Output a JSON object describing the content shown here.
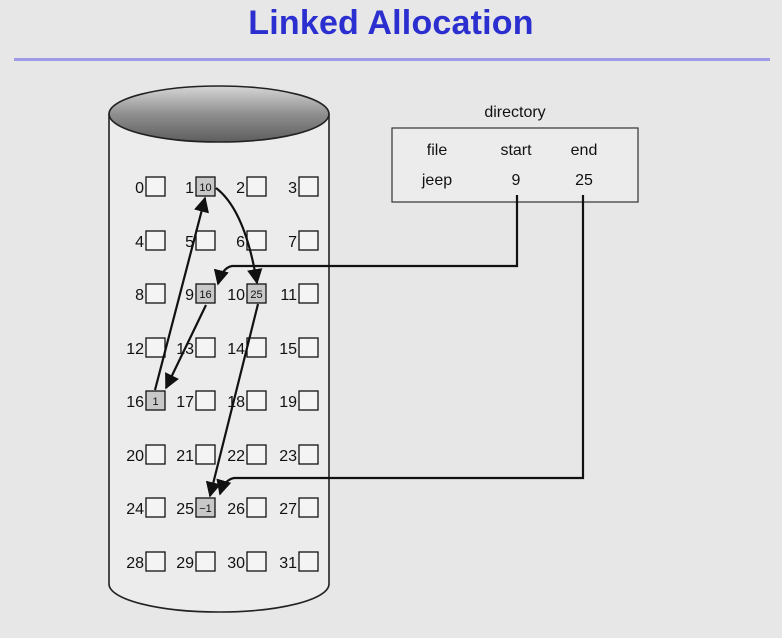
{
  "title": "Linked Allocation",
  "colors": {
    "title": "#2b2fcf",
    "rule": "#9d9be6",
    "background": "#e7e7e7",
    "used_block": "#c8c8c8"
  },
  "directory": {
    "label": "directory",
    "headers": {
      "file": "file",
      "start": "start",
      "end": "end"
    },
    "entry": {
      "file": "jeep",
      "start": "9",
      "end": "25"
    }
  },
  "disk": {
    "blocks": [
      {
        "num": "0",
        "value": ""
      },
      {
        "num": "1",
        "value": "10"
      },
      {
        "num": "2",
        "value": ""
      },
      {
        "num": "3",
        "value": ""
      },
      {
        "num": "4",
        "value": ""
      },
      {
        "num": "5",
        "value": ""
      },
      {
        "num": "6",
        "value": ""
      },
      {
        "num": "7",
        "value": ""
      },
      {
        "num": "8",
        "value": ""
      },
      {
        "num": "9",
        "value": "16"
      },
      {
        "num": "10",
        "value": "25"
      },
      {
        "num": "11",
        "value": ""
      },
      {
        "num": "12",
        "value": ""
      },
      {
        "num": "13",
        "value": ""
      },
      {
        "num": "14",
        "value": ""
      },
      {
        "num": "15",
        "value": ""
      },
      {
        "num": "16",
        "value": "1"
      },
      {
        "num": "17",
        "value": ""
      },
      {
        "num": "18",
        "value": ""
      },
      {
        "num": "19",
        "value": ""
      },
      {
        "num": "20",
        "value": ""
      },
      {
        "num": "21",
        "value": ""
      },
      {
        "num": "22",
        "value": ""
      },
      {
        "num": "23",
        "value": ""
      },
      {
        "num": "24",
        "value": ""
      },
      {
        "num": "25",
        "value": "−1"
      },
      {
        "num": "26",
        "value": ""
      },
      {
        "num": "27",
        "value": ""
      },
      {
        "num": "28",
        "value": ""
      },
      {
        "num": "29",
        "value": ""
      },
      {
        "num": "30",
        "value": ""
      },
      {
        "num": "31",
        "value": ""
      }
    ]
  }
}
